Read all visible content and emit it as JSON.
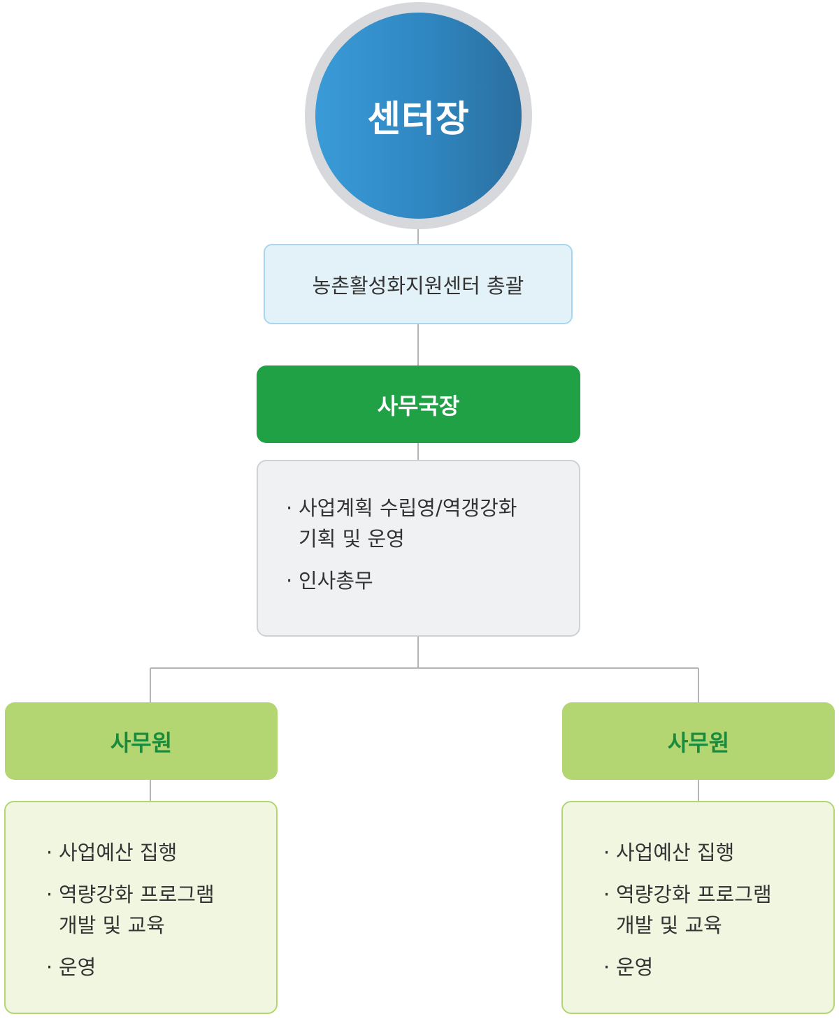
{
  "head": {
    "title": "센터장"
  },
  "head_role": {
    "text": "농촌활성화지원센터 총괄"
  },
  "manager": {
    "title": "사무국장",
    "duties": [
      "사업계획 수립영/역갱강화\n기획 및 운영",
      "인사총무"
    ]
  },
  "staff": [
    {
      "title": "사무원",
      "duties": [
        "사업예산 집행",
        "역량강화 프로그램\n개발 및 교육",
        "운영"
      ]
    },
    {
      "title": "사무원",
      "duties": [
        "사업예산 집행",
        "역량강화 프로그램\n개발 및 교육",
        "운영"
      ]
    }
  ],
  "bullet_glyph": "·",
  "colors": {
    "head_circle": "#2f86c0",
    "head_ring": "#d7d8db",
    "role_box": "#e3f2f8",
    "manager": "#21a146",
    "manager_duties_box": "#f0f1f3",
    "staff": "#b3d673",
    "staff_text": "#1c8a3b",
    "staff_duties_box": "#f1f6e0",
    "connector": "#b5b5b5"
  }
}
